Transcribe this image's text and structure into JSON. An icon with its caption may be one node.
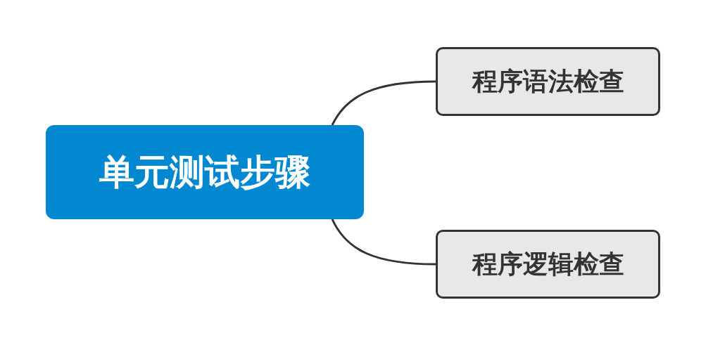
{
  "diagram": {
    "nodes": [
      {
        "text": [
          "单元测试步骤"
        ]
      },
      {
        "text": [
          "程序语法检查"
        ]
      },
      {
        "text": [
          "程序逻辑检查"
        ]
      }
    ],
    "edges": [
      {
        "from": 0,
        "to": 1,
        "arrow": "none"
      },
      {
        "from": 0,
        "to": 2,
        "arrow": "none"
      }
    ]
  }
}
